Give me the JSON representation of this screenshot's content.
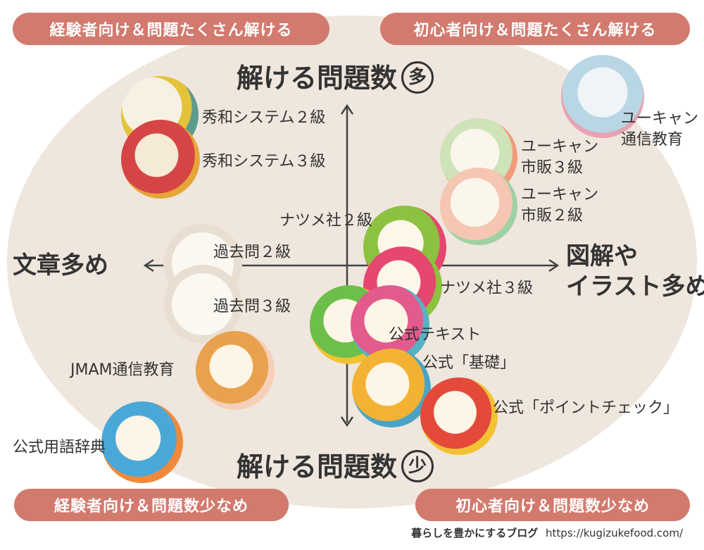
{
  "corners": {
    "top_left": "経験者向け＆問題たくさん解ける",
    "top_right": "初心者向け＆問題たくさん解ける",
    "bottom_left": "経験者向け＆問題数少なめ",
    "bottom_right": "初心者向け＆問題数少なめ"
  },
  "axes": {
    "top": "解ける問題数",
    "top_badge": "多",
    "bottom": "解ける問題数",
    "bottom_badge": "少",
    "left": "文章多め",
    "right_line1": "図解や",
    "right_line2": "イラスト多め"
  },
  "books": {
    "shuwa2": "秀和システム２級",
    "shuwa3": "秀和システム３級",
    "ucan_tsushin_1": "ユーキャン",
    "ucan_tsushin_2": "通信教育",
    "ucan_shihan3_1": "ユーキャン",
    "ucan_shihan3_2": "市販３級",
    "ucan_shihan2_1": "ユーキャン",
    "ucan_shihan2_2": "市販２級",
    "natsume2": "ナツメ社２級",
    "natsume3": "ナツメ社３級",
    "kakomon2": "過去問２級",
    "kakomon3": "過去問３級",
    "official_text": "公式テキスト",
    "official_kiso": "公式「基礎」",
    "official_point": "公式「ポイントチェック」",
    "jmam": "JMAM通信教育",
    "official_dict": "公式用語辞典"
  },
  "footer": {
    "blog": "暮らしを豊かにするブログ",
    "url": "https://kugizukefood.com/"
  },
  "colors": {
    "pill": "#d27a6e",
    "oval": "#efe6dd",
    "axis": "#444444"
  },
  "icons": [
    "arrow-up-icon",
    "arrow-down-icon",
    "arrow-left-icon",
    "arrow-right-icon"
  ]
}
